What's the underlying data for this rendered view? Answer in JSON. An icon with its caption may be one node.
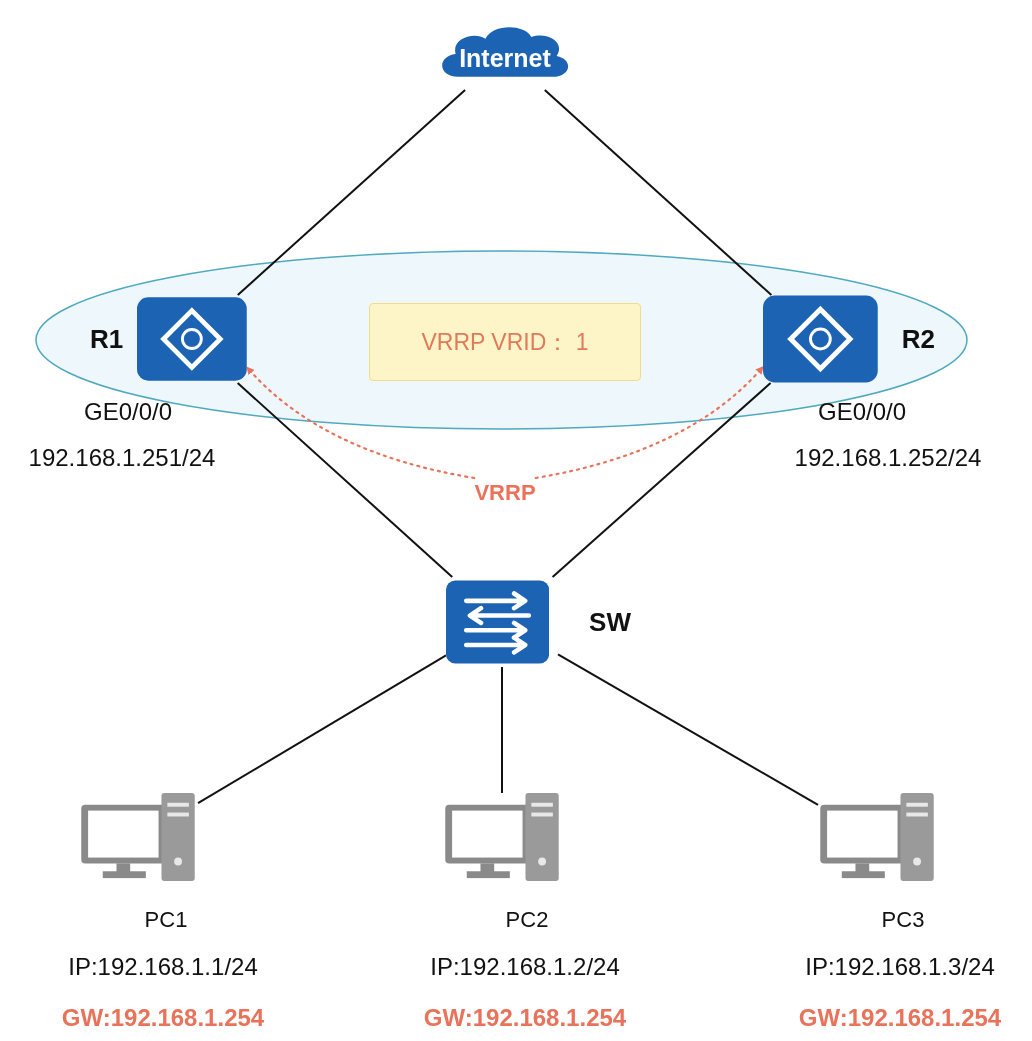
{
  "diagram": {
    "nodes": [
      {
        "text": [
          "Internet"
        ]
      },
      {
        "text": [],
        "shape": "ellipse"
      },
      {
        "text": [
          "R1"
        ],
        "in": 1,
        "beside": [
          "GE0/0/0",
          "192.168.1.251/24"
        ]
      },
      {
        "text": [
          "VRRP VRID： 1"
        ],
        "in": 1
      },
      {
        "text": [
          "R2"
        ],
        "in": 1,
        "beside": [
          "GE0/0/0",
          "192.168.1.252/24"
        ]
      },
      {
        "text": [
          "VRRP"
        ]
      },
      {
        "text": [
          "SW"
        ]
      },
      {
        "text": [
          "PC1"
        ],
        "beside": [
          "IP:192.168.1.1/24",
          "GW:192.168.1.254"
        ]
      },
      {
        "text": [
          "PC2"
        ],
        "beside": [
          "IP:192.168.1.2/24",
          "GW:192.168.1.254"
        ]
      },
      {
        "text": [
          "PC3"
        ],
        "beside": [
          "IP:192.168.1.3/24",
          "GW:192.168.1.254"
        ]
      }
    ],
    "edges": [
      {
        "from": 0,
        "to": 2,
        "arrow": "none"
      },
      {
        "from": 0,
        "to": 4,
        "arrow": "none"
      },
      {
        "from": 2,
        "to": 6,
        "arrow": "none"
      },
      {
        "from": 4,
        "to": 6,
        "arrow": "none"
      },
      {
        "from": 6,
        "to": 7,
        "arrow": "none"
      },
      {
        "from": 6,
        "to": 8,
        "arrow": "none"
      },
      {
        "from": 6,
        "to": 9,
        "arrow": "none"
      },
      {
        "from": 5,
        "to": 2,
        "arrow": "to",
        "style": "dashed",
        "color": "#e8735a"
      },
      {
        "from": 5,
        "to": 4,
        "arrow": "to",
        "style": "dashed",
        "color": "#e8735a"
      }
    ]
  }
}
